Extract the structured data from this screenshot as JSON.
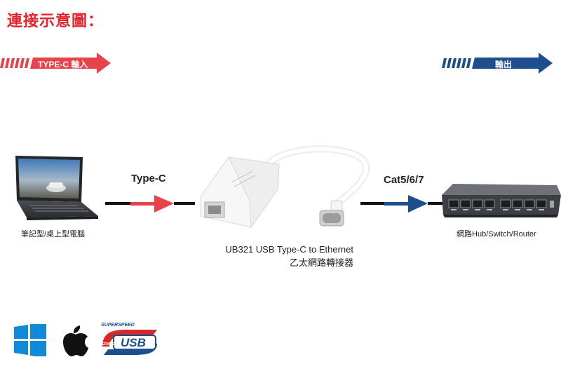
{
  "title": "連接示意圖：",
  "input_banner": {
    "label": "TYPE-C 輸入",
    "color": "#e8434b"
  },
  "output_banner": {
    "label": "輸出",
    "color": "#1d4f8f"
  },
  "laptop": {
    "caption": "筆記型/桌上型電腦"
  },
  "type_c_link": {
    "label": "Type-C",
    "color": "#e8434b"
  },
  "adapter": {
    "caption_line1": "UB321 USB Type-C to Ethernet",
    "caption_line2": "乙太網路轉接器"
  },
  "cat_link": {
    "label": "Cat5/6/7",
    "color": "#1d4f8f"
  },
  "switch": {
    "caption": "網路Hub/Switch/Router"
  },
  "os_icons": [
    "windows-icon",
    "apple-icon",
    "superspeed-usb-icon"
  ],
  "usb_logo": {
    "top_text": "SUPERSPEED",
    "main_text": "USB",
    "side_text": "SERVICED"
  }
}
